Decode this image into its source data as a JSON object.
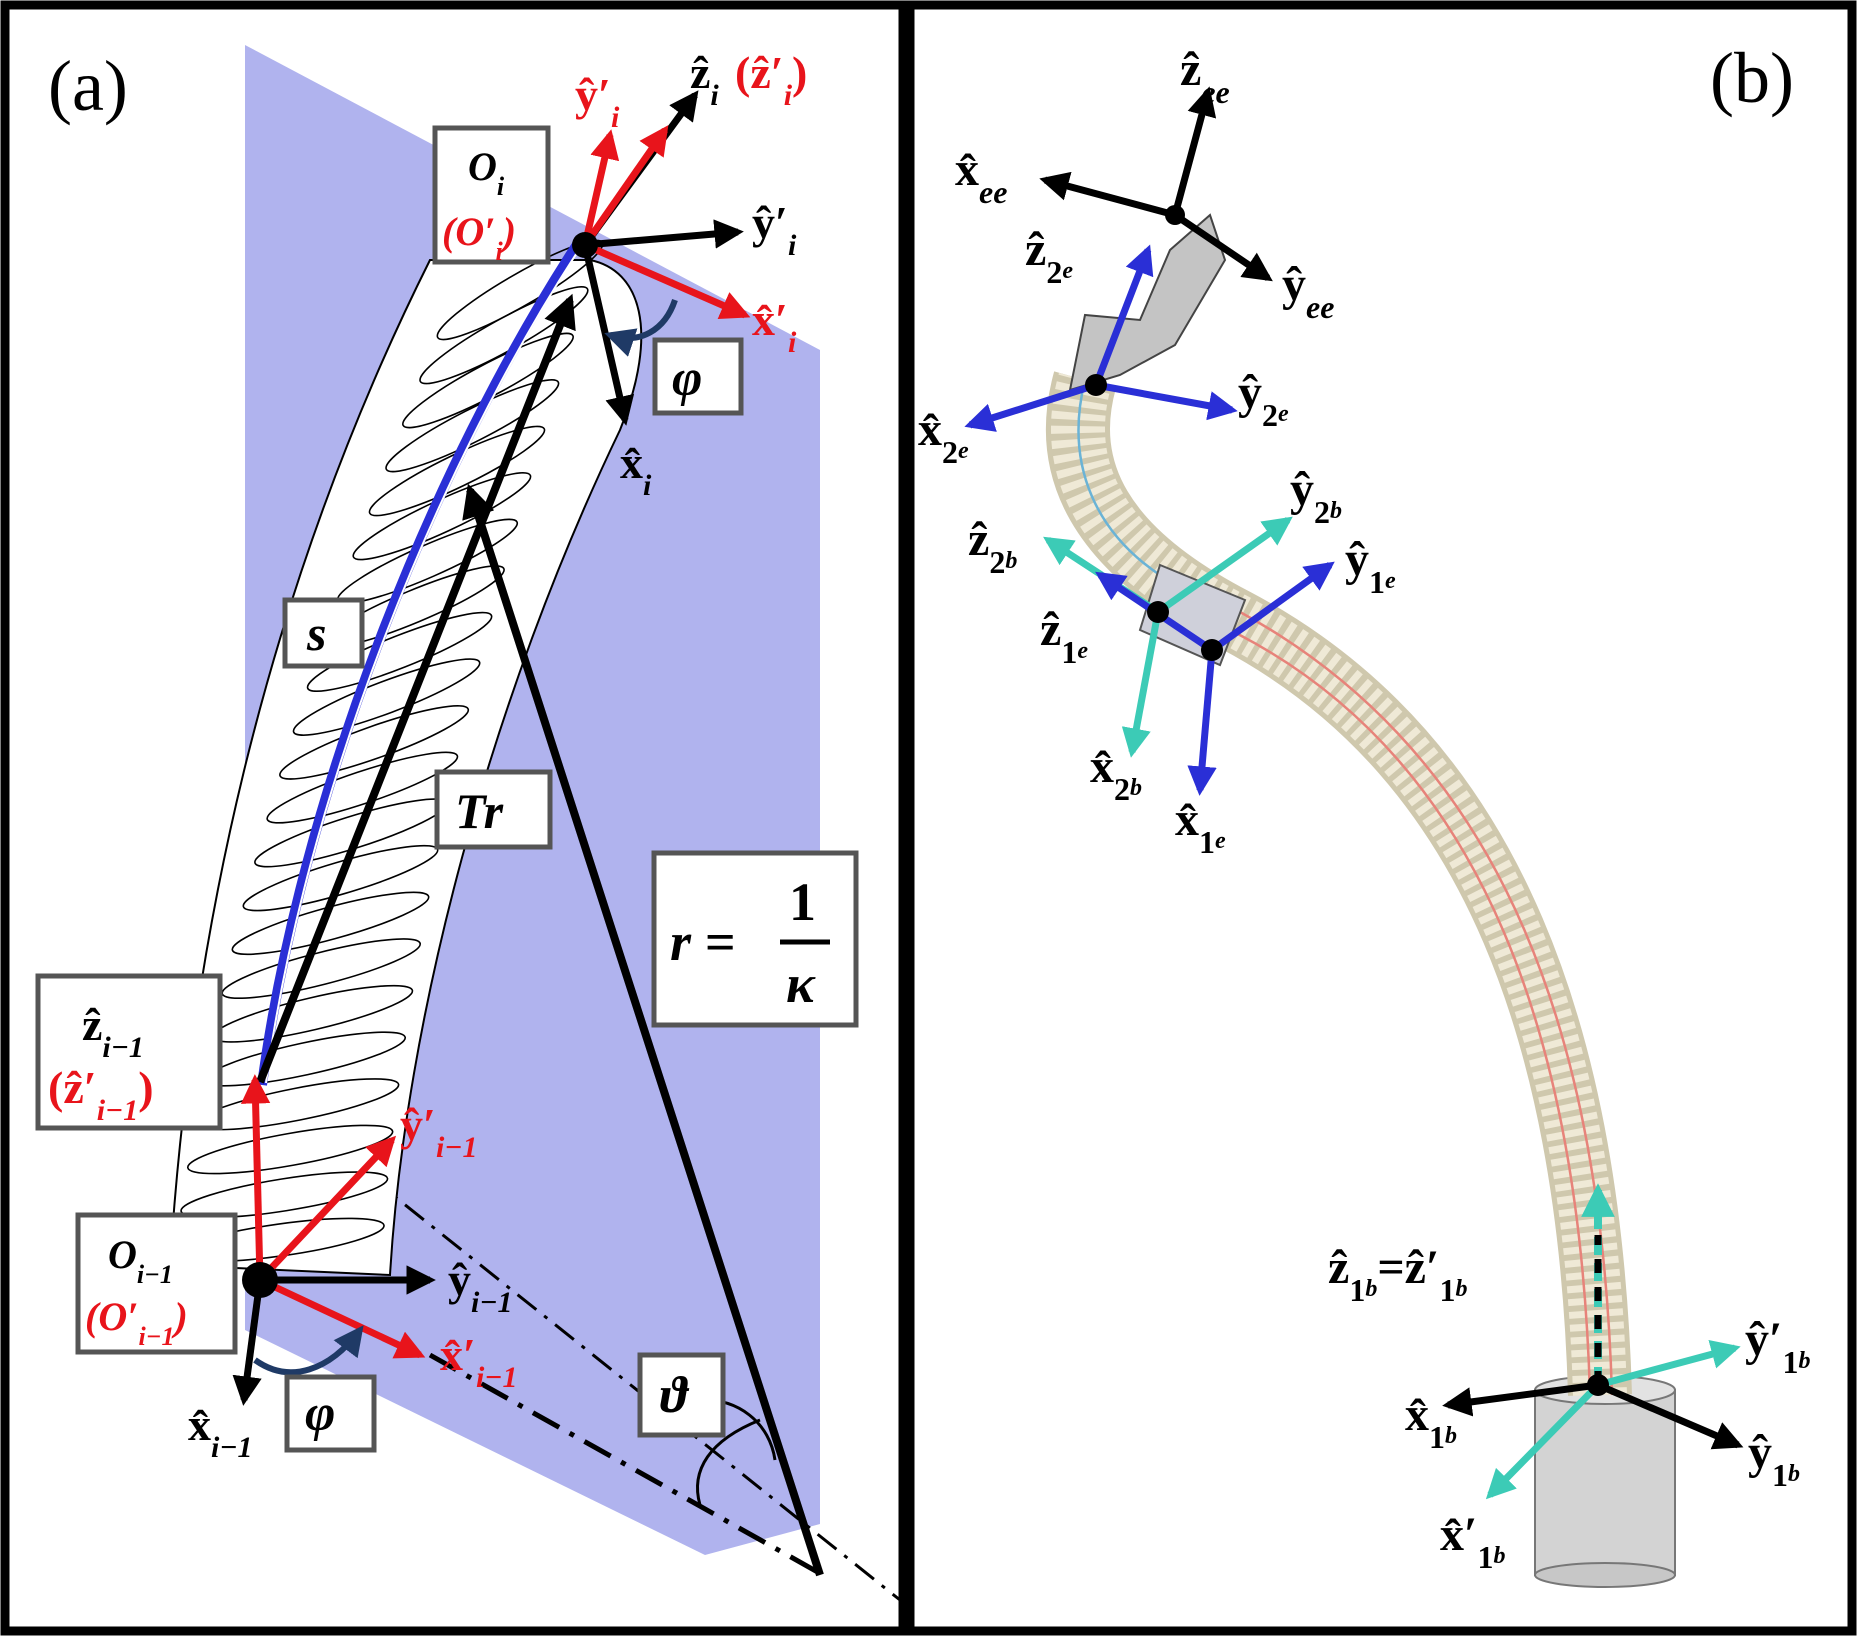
{
  "panel_a": {
    "tag": "(a)",
    "frame_i": {
      "origin": "O",
      "origin_sub": "i",
      "origin_alt": "(O′",
      "origin_alt_sub": "i",
      "origin_alt_close": ")",
      "z": "ẑ",
      "z_sub": "i",
      "z_alt": "(ẑ′",
      "z_alt_sub": "i",
      "z_alt_close": ")",
      "y_prime": "ŷ′",
      "y_prime_sub": "i",
      "y": "ŷ′",
      "y_sub": "i",
      "x_prime": "x̂′",
      "x_prime_sub": "i",
      "x": "x̂",
      "x_sub": "i"
    },
    "frame_im1": {
      "origin": "O",
      "origin_sub": "i−1",
      "origin_alt": "(O′",
      "origin_alt_sub": "i−1",
      "origin_alt_close": ")",
      "z": "ẑ",
      "z_sub": "i−1",
      "z_alt": "(ẑ′",
      "z_alt_sub": "i−1",
      "z_alt_close": ")",
      "y_prime": "ŷ′",
      "y_prime_sub": "i−1",
      "y": "ŷ",
      "y_sub": "i−1",
      "x_prime": "x̂′",
      "x_prime_sub": "i−1",
      "x": "x̂",
      "x_sub": "i−1"
    },
    "phi_top": "φ",
    "phi_bottom": "φ",
    "theta": "ϑ",
    "s": "s",
    "tr": "Tr",
    "radius_lhs": "r =",
    "radius_num": "1",
    "radius_den": "κ"
  },
  "panel_b": {
    "tag": "(b)",
    "z_ee": "ẑ",
    "z_ee_sub": "ee",
    "x_ee": "x̂",
    "x_ee_sub": "ee",
    "y_ee": "ŷ",
    "y_ee_sub": "ee",
    "z_2e": "ẑ",
    "z_2e_sub": "2",
    "z_2e_subsub": "e",
    "x_2e": "x̂",
    "x_2e_sub": "2",
    "x_2e_subsub": "e",
    "y_2e": "ŷ",
    "y_2e_sub": "2",
    "y_2e_subsub": "e",
    "y_2b": "ŷ",
    "y_2b_sub": "2",
    "y_2b_subsub": "b",
    "z_2b": "ẑ",
    "z_2b_sub": "2",
    "z_2b_subsub": "b",
    "y_1e": "ŷ",
    "y_1e_sub": "1",
    "y_1e_subsub": "e",
    "z_1e": "ẑ",
    "z_1e_sub": "1",
    "z_1e_subsub": "e",
    "x_2b": "x̂",
    "x_2b_sub": "2",
    "x_2b_subsub": "b",
    "x_1e": "x̂",
    "x_1e_sub": "1",
    "x_1e_subsub": "e",
    "z_1b_eq": "ẑ",
    "z_1b_eq_sub": "1",
    "z_1b_eq_subsub": "b",
    "eq": "=",
    "z_1b_prime": "ẑ′",
    "z_1b_prime_sub": "1",
    "z_1b_prime_subsub": "b",
    "y_1b_prime": "ŷ′",
    "y_1b_prime_sub": "1",
    "y_1b_prime_subsub": "b",
    "x_1b": "x̂",
    "x_1b_sub": "1",
    "x_1b_subsub": "b",
    "y_1b": "ŷ",
    "y_1b_sub": "1",
    "y_1b_subsub": "b",
    "x_1b_prime": "x̂′",
    "x_1b_prime_sub": "1",
    "x_1b_prime_subsub": "b"
  },
  "colors": {
    "black": "#000000",
    "red": "#e8141b",
    "plane": "#b0b3ee",
    "blue": "#2a2fd6",
    "teal": "#3ccbb6",
    "tube": "#efe9d6",
    "tube_rib": "#c8c1a8",
    "tendon": "#e7837a"
  }
}
